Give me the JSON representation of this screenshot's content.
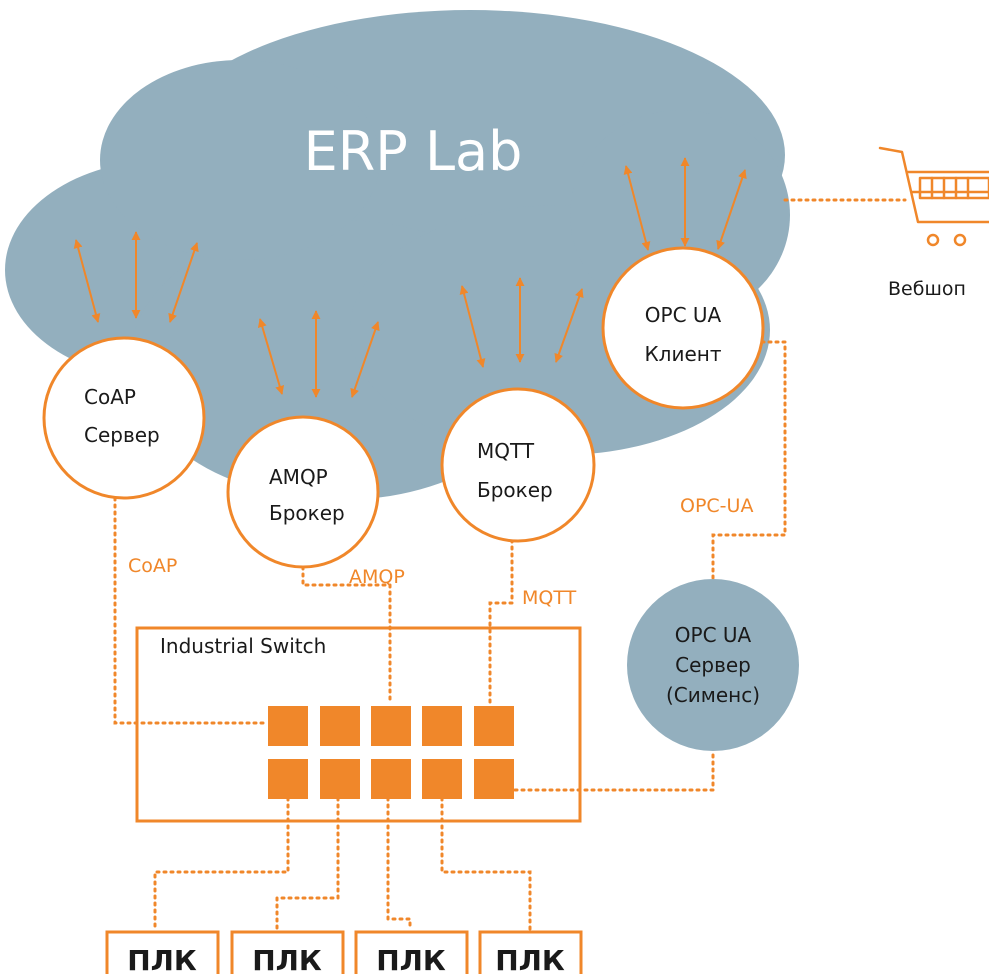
{
  "cloud": {
    "title": "ERP Lab",
    "color": "#93afbe"
  },
  "accent": "#f0872a",
  "nodes": {
    "coap": {
      "line1": "CoAP",
      "line2": "Сервер"
    },
    "amqp": {
      "line1": "AMQP",
      "line2": "Брокер"
    },
    "mqtt": {
      "line1": "MQTT",
      "line2": "Брокер"
    },
    "opcua_client": {
      "line1": "OPC UA",
      "line2": "Клиент"
    },
    "opcua_server": {
      "line1": "OPC UA",
      "line2": "Сервер",
      "line3": "(Сименс)"
    }
  },
  "protocols": {
    "coap": "CoAP",
    "amqp": "AMQP",
    "mqtt": "MQTT",
    "opcua": "OPC-UA"
  },
  "switch": {
    "label": "Industrial Switch"
  },
  "plcs": [
    "ПЛК",
    "ПЛК",
    "ПЛК",
    "ПЛК"
  ],
  "webshop": {
    "label": "Вебшоп",
    "icon": "shopping-cart-icon"
  }
}
